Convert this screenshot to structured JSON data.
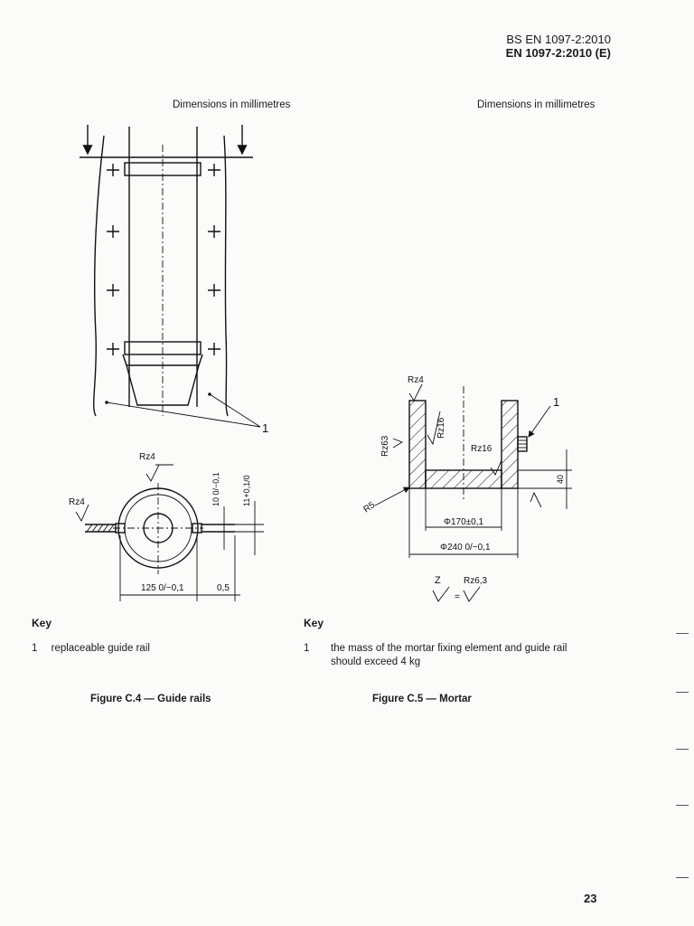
{
  "header": {
    "standard_bs": "BS EN 1097-2:2010",
    "standard_en": "EN 1097-2:2010 (E)"
  },
  "left_figure": {
    "dimensions_note": "Dimensions in millimetres",
    "labels": {
      "callout": "1",
      "rz4_top": "Rz4",
      "rz4_left": "Rz4",
      "dim_10": "10 0/−0,1",
      "dim_11": "11+0,1/0",
      "dim_125": "125 0/−0,1",
      "dim_05": "0,5"
    },
    "key_heading": "Key",
    "key_items": [
      {
        "number": "1",
        "text": "replaceable guide rail"
      }
    ],
    "caption": "Figure C.4 — Guide rails"
  },
  "right_figure": {
    "dimensions_note": "Dimensions in millimetres",
    "labels": {
      "callout": "1",
      "rz4": "Rz4",
      "rz63": "Rz63",
      "rz16_a": "Rz16",
      "rz16_b": "Rz16",
      "r5": "R5",
      "dim_40": "40",
      "dim_170": "Φ170±0,1",
      "dim_240": "Φ240 0/−0,1",
      "z": "Z",
      "rz63_z": "Rz6,3",
      "equals": "="
    },
    "key_heading": "Key",
    "key_items": [
      {
        "number": "1",
        "text": "the mass of the mortar fixing element and guide rail should exceed 4 kg"
      }
    ],
    "caption": "Figure C.5 — Mortar"
  },
  "page_number": "23"
}
